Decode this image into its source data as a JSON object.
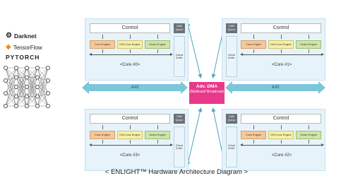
{
  "frameworks": {
    "darknet": "Darknet",
    "tensorflow": "TensorFlow",
    "pytorch": "PYTORCH"
  },
  "cores": [
    {
      "id": "core-0",
      "label": "<Core #0>",
      "flip": false
    },
    {
      "id": "core-1",
      "label": "<Core #1>",
      "flip": true
    },
    {
      "id": "core-3",
      "label": "<Core #3>",
      "flip": false
    },
    {
      "id": "core-2",
      "label": "<Core #2>",
      "flip": true
    }
  ],
  "core_parts": {
    "control": "Control",
    "cmd_queue": "CMD Queue",
    "global_buffer": "Global Buffer",
    "engines": [
      "Conv Engine",
      "DW-Conv Engine",
      "Vector Engine"
    ]
  },
  "dma": {
    "title": "Adv. DMA",
    "subtitle": "(Multicast/ Broadcast)"
  },
  "axi": {
    "left": "AXI",
    "right": "AXI"
  },
  "caption": "< ENLIGHT™ Hardware Architecture Diagram >",
  "colors": {
    "core_bg": "#e6f3fb",
    "dma": "#e8398a",
    "axi": "#7cc6dc",
    "conv": "#f5c89a",
    "dwconv": "#f6f0a8",
    "vector": "#cfe5a8",
    "cmd_queue": "#6b7177"
  }
}
